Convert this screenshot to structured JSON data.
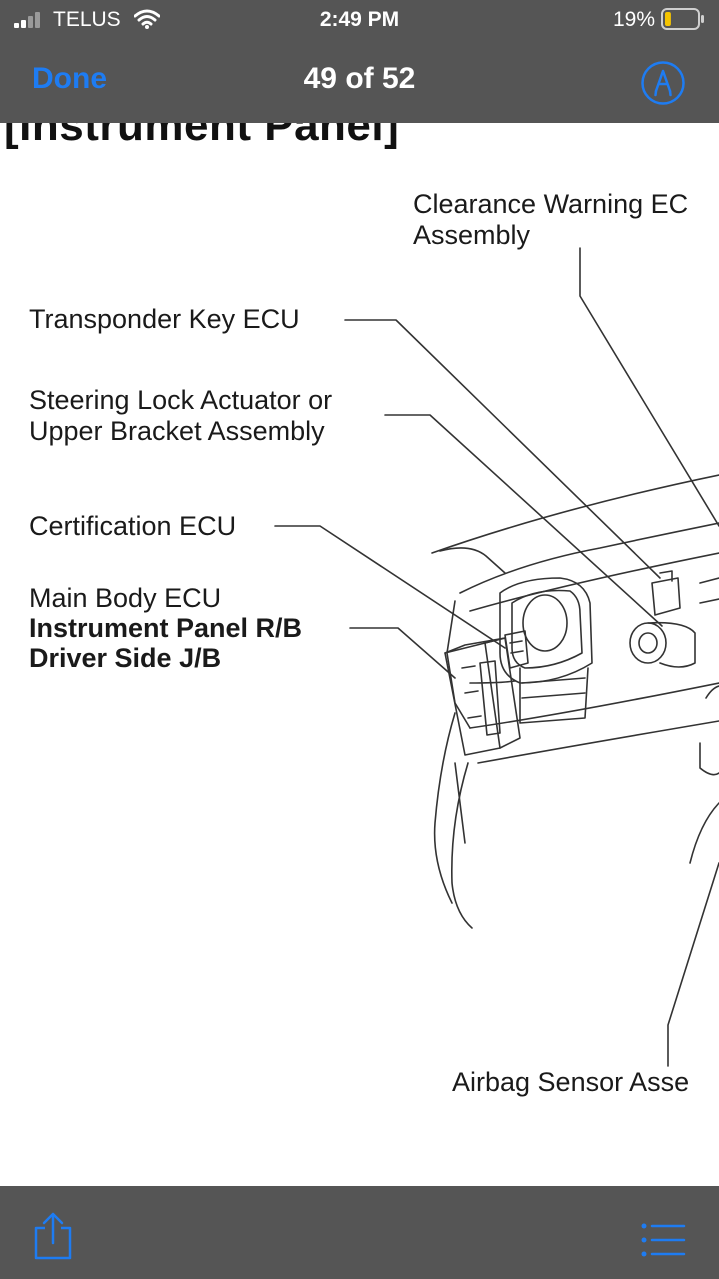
{
  "status_bar": {
    "carrier": "TELUS",
    "time": "2:49 PM",
    "battery_percent": "19%",
    "battery_level": 0.19,
    "signal_bars": 2,
    "icons": [
      "signal-icon",
      "wifi-icon",
      "battery-icon"
    ]
  },
  "nav": {
    "done_label": "Done",
    "page_counter": "49 of 52",
    "markup_icon": "markup-pen-icon"
  },
  "document": {
    "title": "[Instrument Panel]",
    "labels": {
      "clearance_line1": "Clearance Warning EC",
      "clearance_line2": "Assembly",
      "transponder": "Transponder Key ECU",
      "steering_line1": "Steering Lock Actuator or",
      "steering_line2": "Upper Bracket Assembly",
      "certification": "Certification ECU",
      "main_body": "Main Body ECU",
      "instrument_rb": "Instrument Panel R/B",
      "driver_jb": "Driver Side J/B",
      "airbag": "Airbag Sensor Asse"
    }
  },
  "toolbar": {
    "share_icon": "share-icon",
    "outline_icon": "list-icon"
  },
  "colors": {
    "bar_background": "#555555",
    "accent": "#1e7cf2",
    "battery_low": "#f5c400"
  }
}
